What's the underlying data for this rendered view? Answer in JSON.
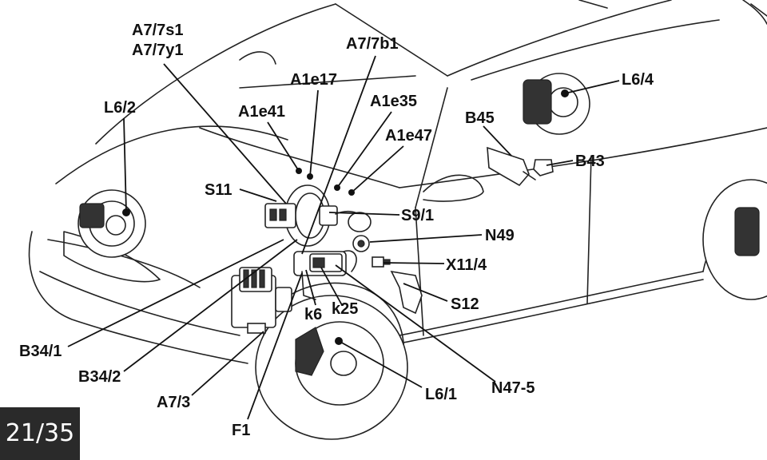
{
  "diagram": {
    "labels": {
      "a7_7s1": "A7/7s1",
      "a7_7y1": "A7/7y1",
      "a7_7b1": "A7/7b1",
      "a1e17": "A1e17",
      "a1e41": "A1e41",
      "a1e35": "A1e35",
      "a1e47": "A1e47",
      "l6_2": "L6/2",
      "l6_4": "L6/4",
      "b45": "B45",
      "b43": "B43",
      "s11": "S11",
      "s9_1": "S9/1",
      "n49": "N49",
      "x11_4": "X11/4",
      "s12": "S12",
      "k6": "k6",
      "k25": "k25",
      "b34_1": "B34/1",
      "b34_2": "B34/2",
      "a7_3": "A7/3",
      "f1": "F1",
      "l6_1": "L6/1",
      "n47_5": "N47-5"
    }
  },
  "page_counter": "21/35"
}
